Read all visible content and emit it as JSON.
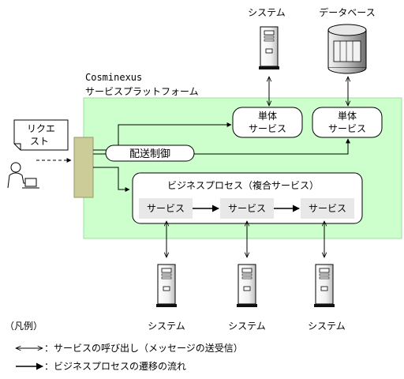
{
  "top_systems": [
    {
      "label": "システム",
      "kind": "server"
    },
    {
      "label": "データベース",
      "kind": "database"
    }
  ],
  "platform": {
    "product": "Cosminexus",
    "title": "サービスプラットフォーム",
    "fill_color": "#ccffcc"
  },
  "request": {
    "line1": "リクエ",
    "line2": "スト"
  },
  "single_services": [
    {
      "line1": "単体",
      "line2": "サービス"
    },
    {
      "line1": "単体",
      "line2": "サービス"
    }
  ],
  "delivery_control": "配送制御",
  "business_process": {
    "title": "ビジネスプロセス（複合サービス）",
    "services": [
      "サービス",
      "サービス",
      "サービス"
    ]
  },
  "bottom_systems": [
    "システム",
    "システム",
    "システム"
  ],
  "legend": {
    "title": "（凡例）",
    "items": [
      {
        "icon": "double-arrow",
        "text": "：サービスの呼び出し（メッセージの送受信）"
      },
      {
        "icon": "single-arrow",
        "text": "：ビジネスプロセスの遷移の流れ"
      }
    ]
  }
}
